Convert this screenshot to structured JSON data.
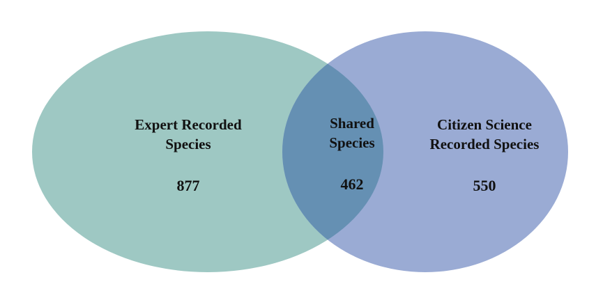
{
  "venn": {
    "left_set": {
      "label_line1": "Expert Recorded",
      "label_line2": "Species",
      "count": "877",
      "color": "#9ec8c3"
    },
    "intersection": {
      "label_line1": "Shared",
      "label_line2": "Species",
      "count": "462",
      "color": "#6590b3"
    },
    "right_set": {
      "label_line1": "Citizen Science",
      "label_line2": "Recorded Species",
      "count": "550",
      "color": "#9aabd4"
    }
  }
}
